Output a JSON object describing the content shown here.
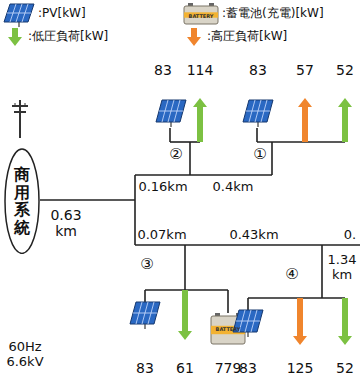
{
  "diagram": {
    "nodes": [
      {
        "text": [
          "商用系統"
        ]
      }
    ],
    "labels": [
      "83",
      "114",
      "83",
      "57",
      "52",
      "②",
      "①",
      "0.16km",
      "0.4km",
      "0.63 km",
      "0.07km",
      "0.43km",
      "0.",
      "1.34 km",
      "③",
      "④",
      "83",
      "61",
      "779",
      "83",
      "125",
      "52",
      "60Hz 6.6kV",
      "BATTERY",
      "BATTERY"
    ],
    "legend": [
      {
        "text": ":PV[kW]"
      },
      {
        "text": ":蓄電池(充電)[kW]"
      },
      {
        "text": ":低圧負荷[kW]"
      },
      {
        "text": ":高圧負荷[kW]"
      }
    ]
  }
}
